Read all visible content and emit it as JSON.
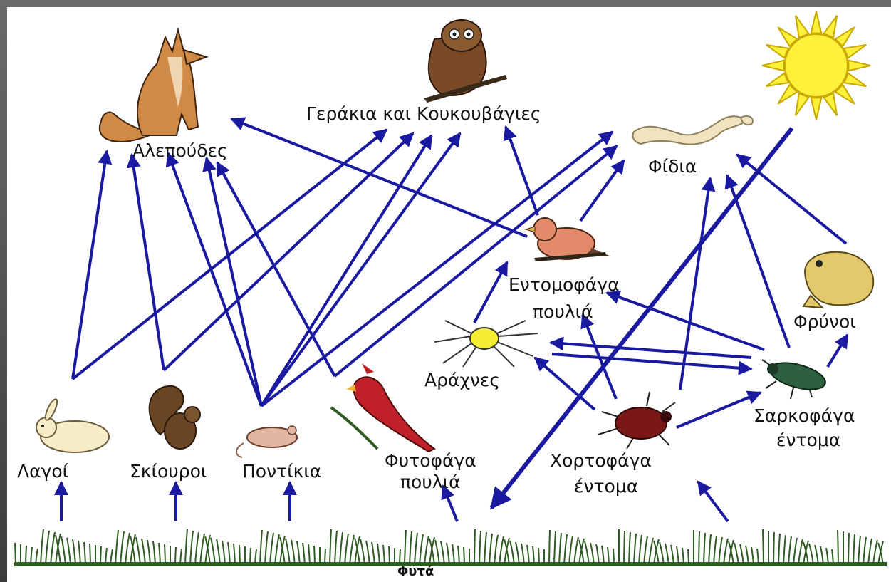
{
  "labels": {
    "foxes": "Αλεπούδες",
    "hawks_owls": "Γεράκια και Κουκουβάγιες",
    "snakes": "Φίδια",
    "insectivore_birds_1": "Εντομοφάγα",
    "insectivore_birds_2": "πουλιά",
    "toads": "Φρύνοι",
    "spiders": "Αράχνες",
    "carnivore_insects_1": "Σαρκοφάγα",
    "carnivore_insects_2": "έντομα",
    "rabbits": "Λαγοί",
    "squirrels": "Σκίουροι",
    "mice": "Ποντίκια",
    "herbivore_birds_1": "Φυτοφάγα",
    "herbivore_birds_2": "πουλιά",
    "herbivore_insects_1": "Χορτοφάγα",
    "herbivore_insects_2": "έντομα",
    "plants": "Φυτά"
  },
  "colors": {
    "arrow": "#1a1aa0",
    "sun": "#fff03a",
    "sun_stroke": "#c9a800",
    "grass": "#2f5a22",
    "fox": "#d08a45",
    "owl": "#7a4a26",
    "snake": "#efe4bf",
    "bird": "#e28a6a",
    "toad": "#e3c96b",
    "spider": "#f5ee34",
    "beetle_carn": "#2c6040",
    "rabbit": "#f6ecc8",
    "squirrel": "#6a4524",
    "mouse": "#e0b7a0",
    "cardinal": "#c0202a",
    "beetle_herb": "#7a1818"
  },
  "icons": [
    "sun-icon",
    "fox-icon",
    "owl-icon",
    "snake-icon",
    "songbird-icon",
    "toad-icon",
    "spider-icon",
    "beetle-icon",
    "rabbit-icon",
    "squirrel-icon",
    "mouse-icon",
    "cardinal-icon",
    "grass-icon"
  ]
}
